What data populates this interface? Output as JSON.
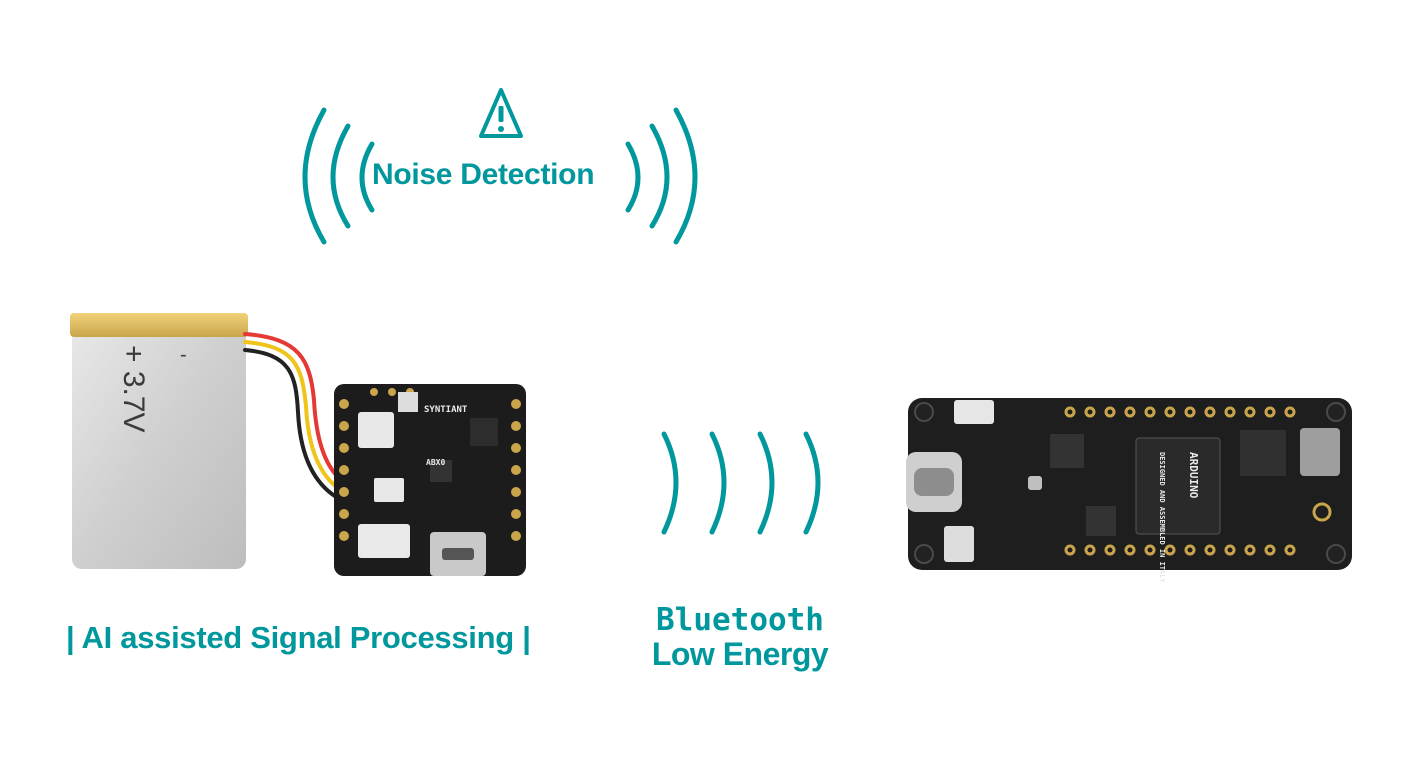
{
  "colors": {
    "accent": "#00979d",
    "board": "#1c1c1c",
    "pad_gold": "#caa54b",
    "battery_silver": "#d7d7d7",
    "battery_cap_gold": "#e5c05e"
  },
  "noise": {
    "label": "Noise Detection",
    "icon": "warning-triangle-icon",
    "warning_glyph": "!"
  },
  "processing": {
    "label": "| AI assisted Signal Processing |"
  },
  "ble": {
    "title": "Bluetooth",
    "subtitle": "Low Energy",
    "icon": "wireless-waves-icon"
  },
  "battery": {
    "plus_label": "+ 3.7V",
    "minus_label": "-"
  },
  "nicla_board": {
    "brand": "SYNTIANT",
    "marking": "ABX0"
  },
  "portenta_board": {
    "chip_brand": "ARDUINO",
    "chip_text": "DESIGNED AND ASSEMBLED IN ITALY"
  }
}
